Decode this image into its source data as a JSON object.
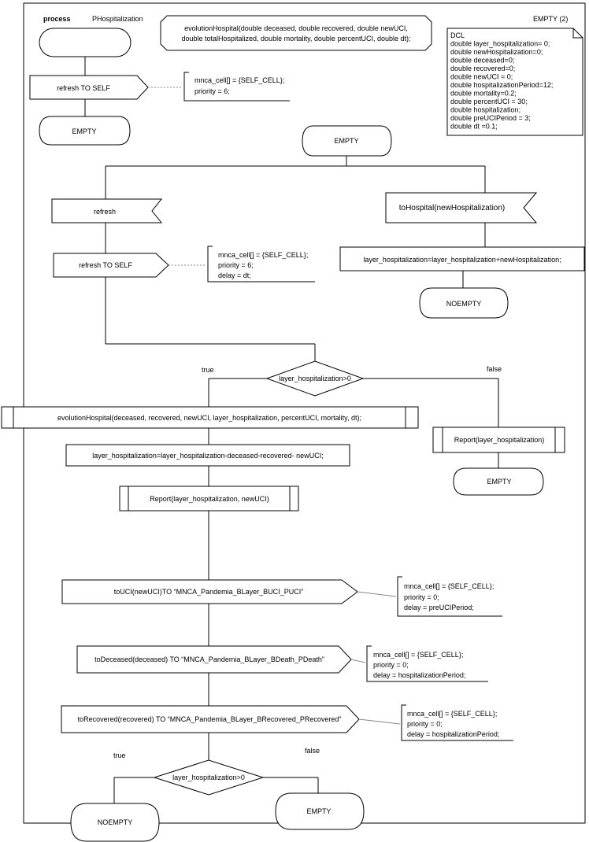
{
  "header": {
    "process_keyword": "process",
    "process_name": "PHospitalization",
    "procedure_signature": [
      "evolutionHospital(double deceased, double recovered, double newUCI,",
      "double totalHospitalized, double mortality, double percentUCI, double dt);"
    ],
    "page_label": "EMPTY (2)"
  },
  "dcl": [
    "DCL",
    "double layer_hospitalization= 0;",
    "double newHospitalization=0;",
    "double deceased=0;",
    "double recovered=0;",
    "double newUCI = 0;",
    "double hospitalizationPeriod=12;",
    "double mortality=0.2;",
    "double percentUCI = 30;",
    "double hospitalization;",
    "double preUCIPeriod = 3;",
    "double dt =0.1;"
  ],
  "states": {
    "start_empty": "EMPTY",
    "empty_main": "EMPTY",
    "noempty_right": "NOEMPTY",
    "empty_false_branch": "EMPTY",
    "noempty_bottom": "NOEMPTY",
    "empty_bottom": "EMPTY"
  },
  "signals": {
    "refresh_init": "refresh TO SELF",
    "refresh_input": "refresh",
    "refresh_output": "refresh TO SELF",
    "to_hospital_input": "toHospital(newHospitalization)",
    "to_uci": "toUCI(newUCI)TO “MNCA_Pandemia_BLayer_BUCI_PUCI”",
    "to_deceased": "toDeceased(deceased) TO “MNCA_Pandemia_BLayer_BDeath_PDeath”",
    "to_recovered": "toRecovered(recovered) TO “MNCA_Pandemia_BLayer_BRecovered_PRecovered”"
  },
  "tasks": {
    "add_hospitalization": "layer_hospitalization=layer_hospitalization+newHospitalization;",
    "subtract": "layer_hospitalization=layer_hospitalization-deceased-recovered- newUCI;"
  },
  "calls": {
    "evolution": "evolutionHospital(deceased, recovered, newUCI, layer_hospitalization, percentUCI, mortality, dt);",
    "report_right": "Report(layer_hospitalization)",
    "report_left": "Report(layer_hospitalization, newUCI)"
  },
  "decisions": {
    "d1": {
      "condition": "layer_hospitalization>0",
      "true_label": "true",
      "false_label": "false"
    },
    "d2": {
      "condition": "layer_hospitalization>0",
      "true_label": "true",
      "false_label": "false"
    }
  },
  "comments": {
    "c_refresh_init": [
      "mnca_cell[] = {SELF_CELL};",
      "priority = 6;"
    ],
    "c_refresh": [
      "mnca_cell[] = {SELF_CELL};",
      "priority = 6;",
      "delay = dt;"
    ],
    "c_uci": [
      "mnca_cell[] = {SELF_CELL};",
      "priority = 0;",
      "delay = preUCIPeriod;"
    ],
    "c_deceased": [
      "mnca_cell[] = {SELF_CELL};",
      "priority = 0;",
      "delay = hospitalizationPeriod;"
    ],
    "c_recovered": [
      "mnca_cell[] = {SELF_CELL};",
      "priority = 0;",
      "delay = hospitalizationPeriod;"
    ]
  }
}
